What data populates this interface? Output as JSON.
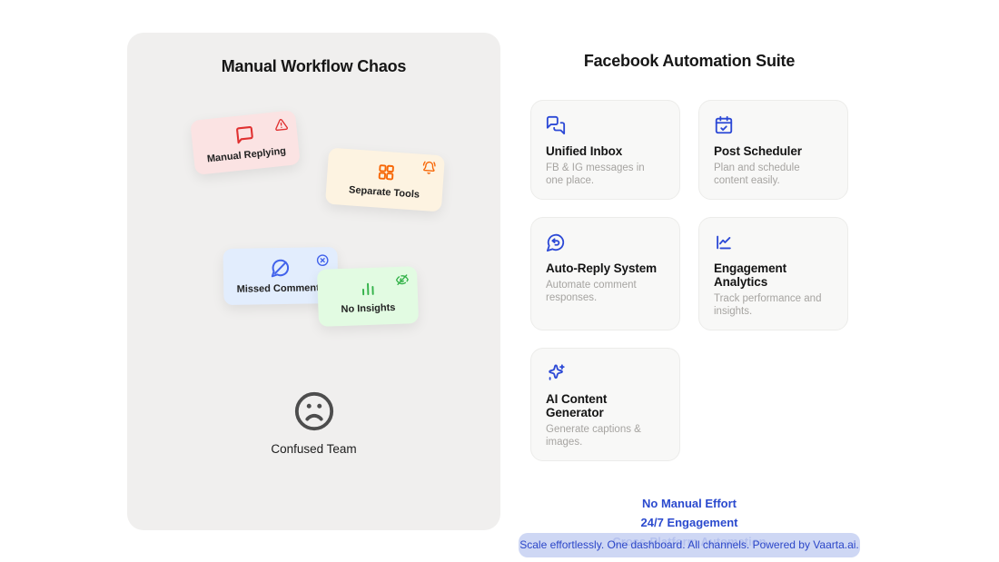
{
  "left_panel": {
    "title": "Manual Workflow Chaos",
    "notes": [
      {
        "label": "Manual Replying",
        "icon": "message-square-icon",
        "badge": "triangle-alert-icon",
        "bg": "#fbe3e3",
        "accent": "#e03131"
      },
      {
        "label": "Separate Tools",
        "icon": "grid-icon",
        "badge": "bell-ring-icon",
        "bg": "#fdf3e1",
        "accent": "#f76707"
      },
      {
        "label": "Missed Comments",
        "icon": "message-circle-off-icon",
        "badge": "circle-x-icon",
        "bg": "#e2edfd",
        "accent": "#4263eb"
      },
      {
        "label": "No Insights",
        "icon": "bar-chart-icon",
        "badge": "eye-off-icon",
        "bg": "#e2fbe2",
        "accent": "#34b24a"
      }
    ],
    "footer": {
      "icon": "frown-icon",
      "label": "Confused Team"
    }
  },
  "right_panel": {
    "title": "Facebook Automation Suite",
    "cards": [
      {
        "icon": "messages-square-icon",
        "title": "Unified Inbox",
        "description": "FB & IG messages in one place."
      },
      {
        "icon": "calendar-check-icon",
        "title": "Post Scheduler",
        "description": "Plan and schedule content easily."
      },
      {
        "icon": "message-circle-reply-icon",
        "title": "Auto-Reply System",
        "description": "Automate comment responses."
      },
      {
        "icon": "chart-line-icon",
        "title": "Engagement Analytics",
        "description": "Track performance and insights."
      },
      {
        "icon": "sparkles-icon",
        "title": "AI Content Generator",
        "description": "Generate captions & images."
      }
    ],
    "benefits": [
      "No Manual Effort",
      "24/7 Engagement",
      "Cross-Platform Automation"
    ],
    "banner": "Scale effortlessly. One dashboard. All channels. Powered by Vaarta.ai.",
    "colors": {
      "accent_blue": "#2c49d6",
      "benefit_blue": "#2b4ace",
      "banner_bg": "#c7d1f3",
      "panel_gray": "#f0efee",
      "note_pink": "#fbe3e3",
      "note_cream": "#fdf3e1",
      "note_blue": "#e2edfd",
      "note_green": "#e2fbe2"
    }
  }
}
